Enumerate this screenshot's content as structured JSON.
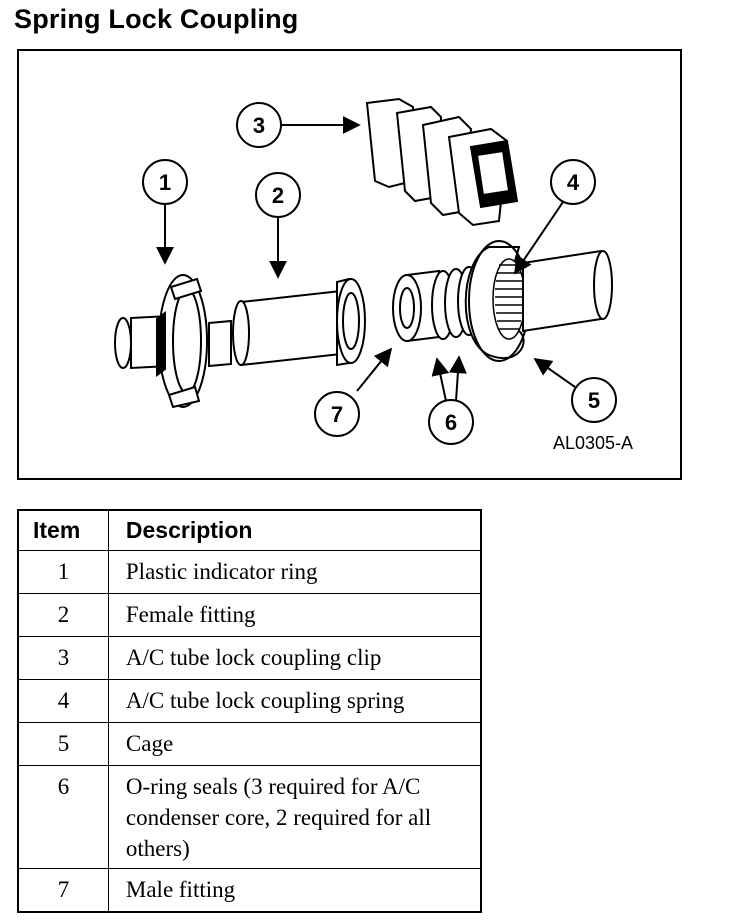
{
  "title": "Spring Lock Coupling",
  "figure": {
    "code": "AL0305-A",
    "callouts": [
      "1",
      "2",
      "3",
      "4",
      "5",
      "6",
      "7"
    ]
  },
  "table": {
    "headers": {
      "item": "Item",
      "description": "Description"
    },
    "rows": [
      {
        "item": "1",
        "description": "Plastic indicator ring"
      },
      {
        "item": "2",
        "description": "Female fitting"
      },
      {
        "item": "3",
        "description": "A/C tube lock coupling clip"
      },
      {
        "item": "4",
        "description": "A/C tube lock coupling spring"
      },
      {
        "item": "5",
        "description": "Cage"
      },
      {
        "item": "6",
        "description": "O-ring seals (3 required for A/C condenser core, 2 required for all others)"
      },
      {
        "item": "7",
        "description": "Male fitting"
      }
    ]
  }
}
